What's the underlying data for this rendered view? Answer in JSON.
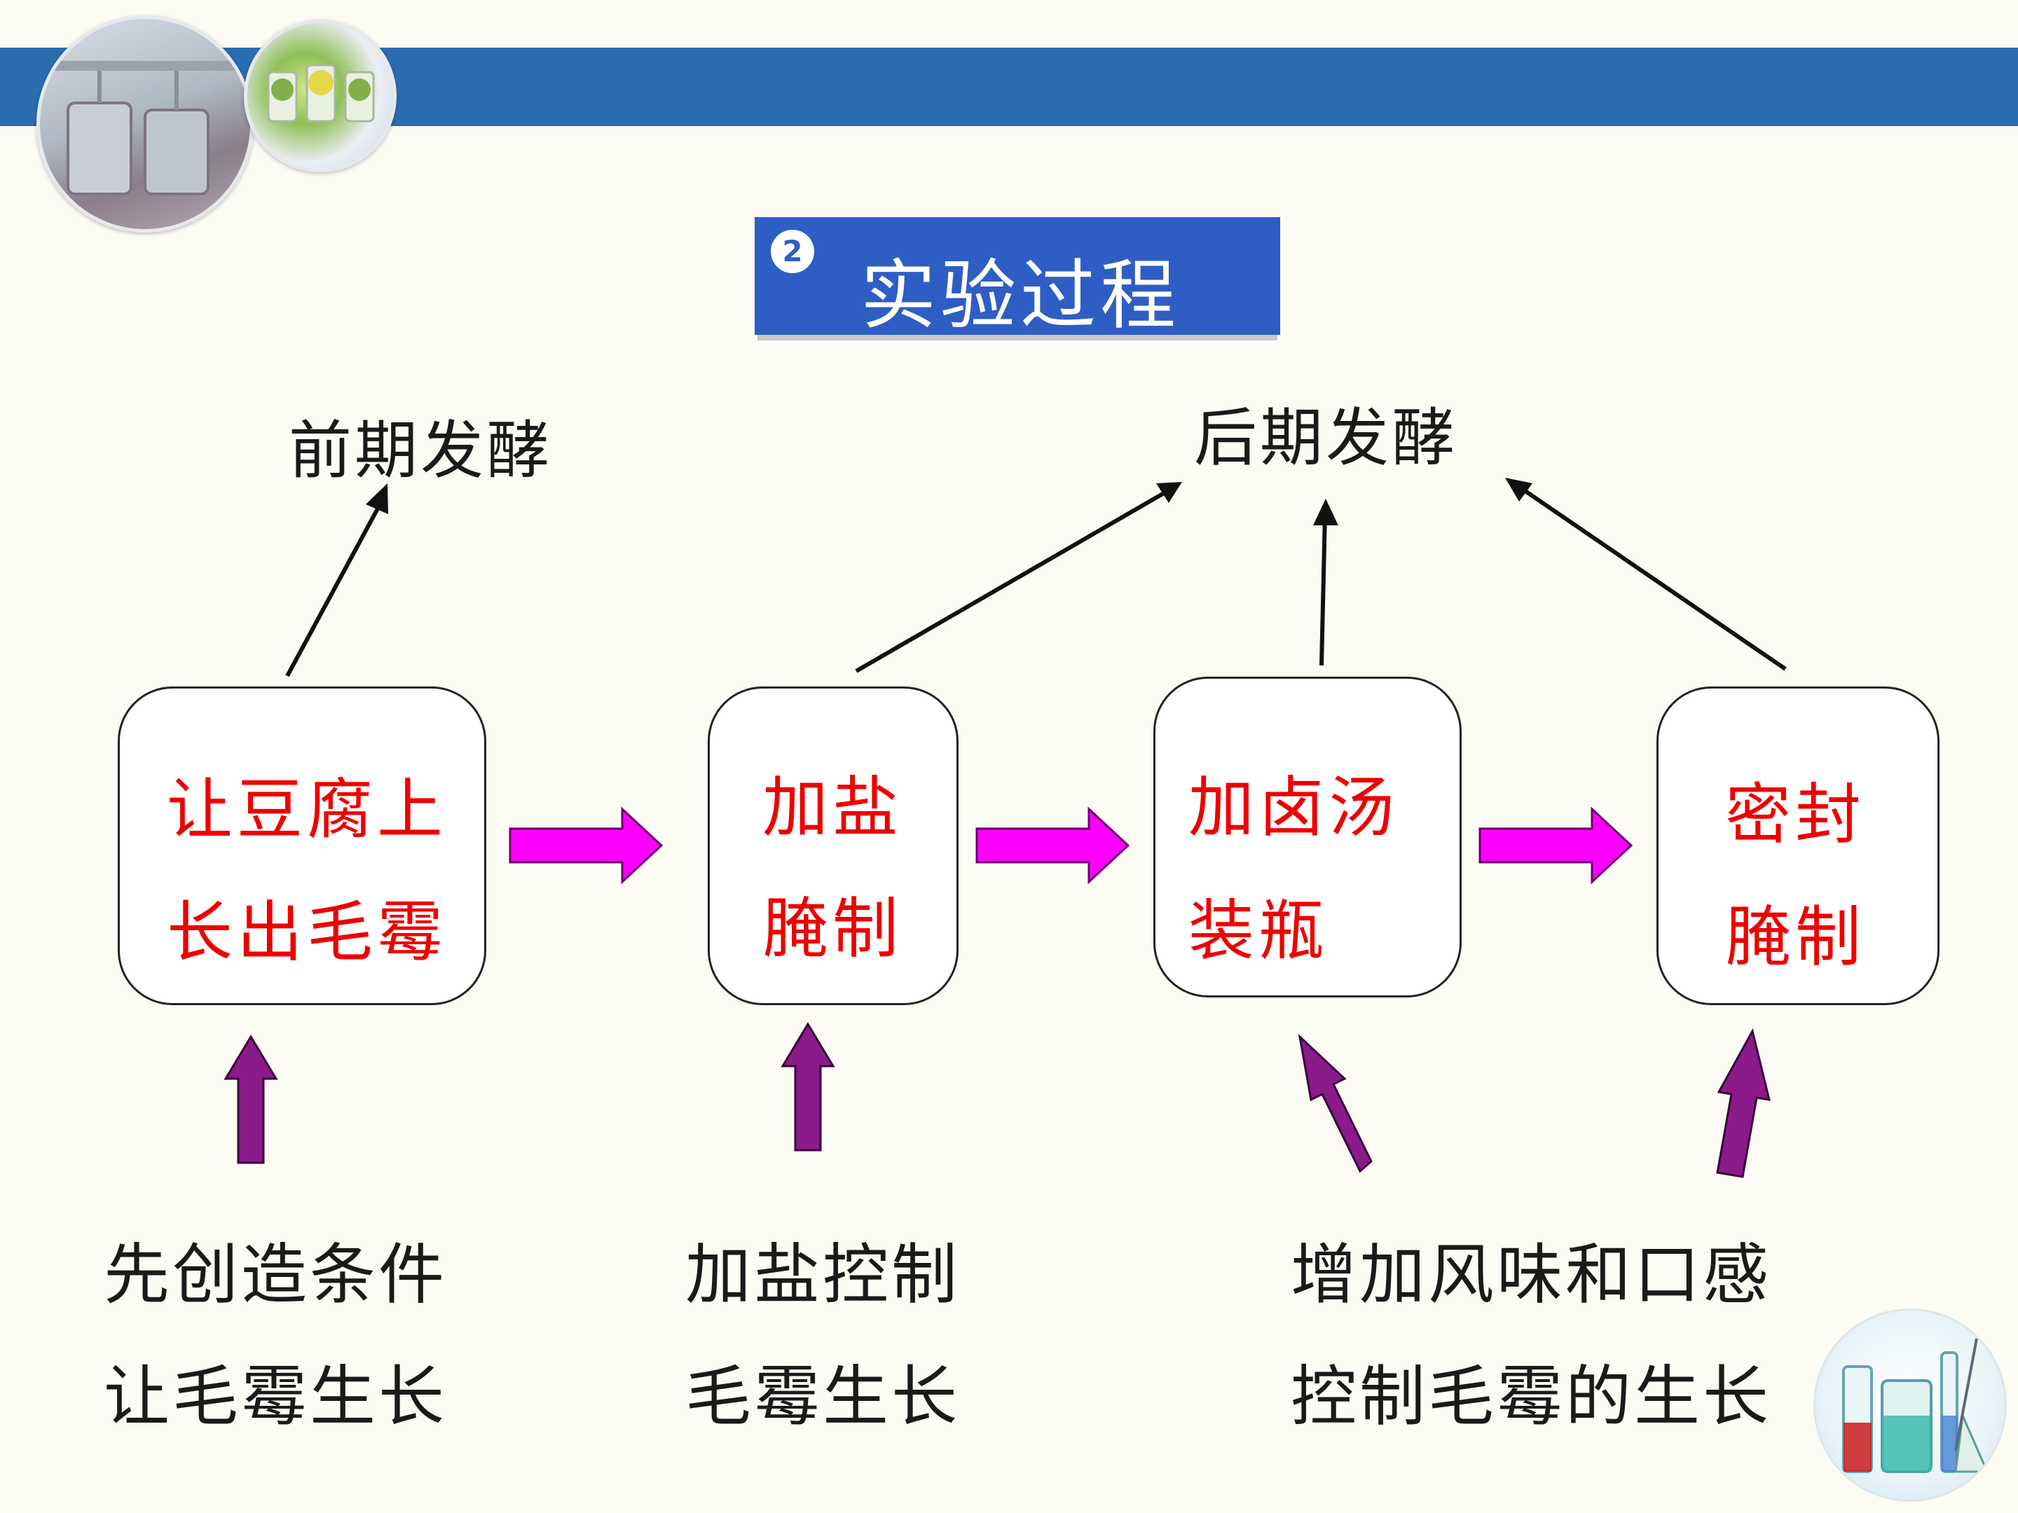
{
  "header": {
    "photos": [
      {
        "name": "factory-tanks-photo",
        "colors": [
          "#d8dee6",
          "#8a7e88"
        ]
      },
      {
        "name": "plant-culture-photo",
        "colors": [
          "#8fbf56",
          "#e9eef2"
        ]
      }
    ],
    "bar_color": "#2c6cb0"
  },
  "title": {
    "number": "2",
    "text": "实验过程",
    "bg_color": "#2e5ec4"
  },
  "stage_labels": {
    "early": "前期发酵",
    "late": "后期发酵"
  },
  "steps": [
    {
      "lines": [
        "让豆腐上",
        "长出毛霉"
      ]
    },
    {
      "lines": [
        "加盐",
        "腌制"
      ]
    },
    {
      "lines": [
        "加卤汤",
        "装瓶"
      ]
    },
    {
      "lines": [
        "密封",
        "腌制"
      ]
    }
  ],
  "purposes": [
    {
      "lines": [
        "先创造条件",
        "让毛霉生长"
      ]
    },
    {
      "lines": [
        "加盐控制",
        "毛霉生长"
      ]
    },
    {
      "lines": [
        "增加风味和口感",
        "控制毛霉的生长"
      ]
    }
  ],
  "colors": {
    "step_text": "#ee0000",
    "flow_arrow": "#ff00ff",
    "purpose_arrow": "#8b1a8b"
  },
  "icons": {
    "corner": "lab-flask-icon"
  }
}
